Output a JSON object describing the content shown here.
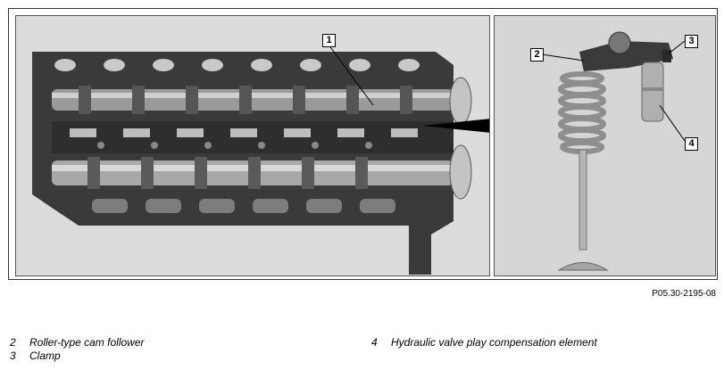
{
  "figure": {
    "reference": "P05.30-2195-08",
    "callouts": [
      {
        "id": "1",
        "label": "1"
      },
      {
        "id": "2",
        "label": "2"
      },
      {
        "id": "3",
        "label": "3"
      },
      {
        "id": "4",
        "label": "4"
      }
    ]
  },
  "legend": {
    "left": [
      {
        "number": "2",
        "text": "Roller-type cam follower"
      },
      {
        "number": "3",
        "text": "Clamp"
      }
    ],
    "right": [
      {
        "number": "4",
        "text": "Hydraulic valve play compensation element"
      }
    ]
  },
  "colors": {
    "background": "#ffffff",
    "panel": "#dcdcdc",
    "metal_dark": "#2b2b2b",
    "metal_light": "#b8b8b8"
  }
}
